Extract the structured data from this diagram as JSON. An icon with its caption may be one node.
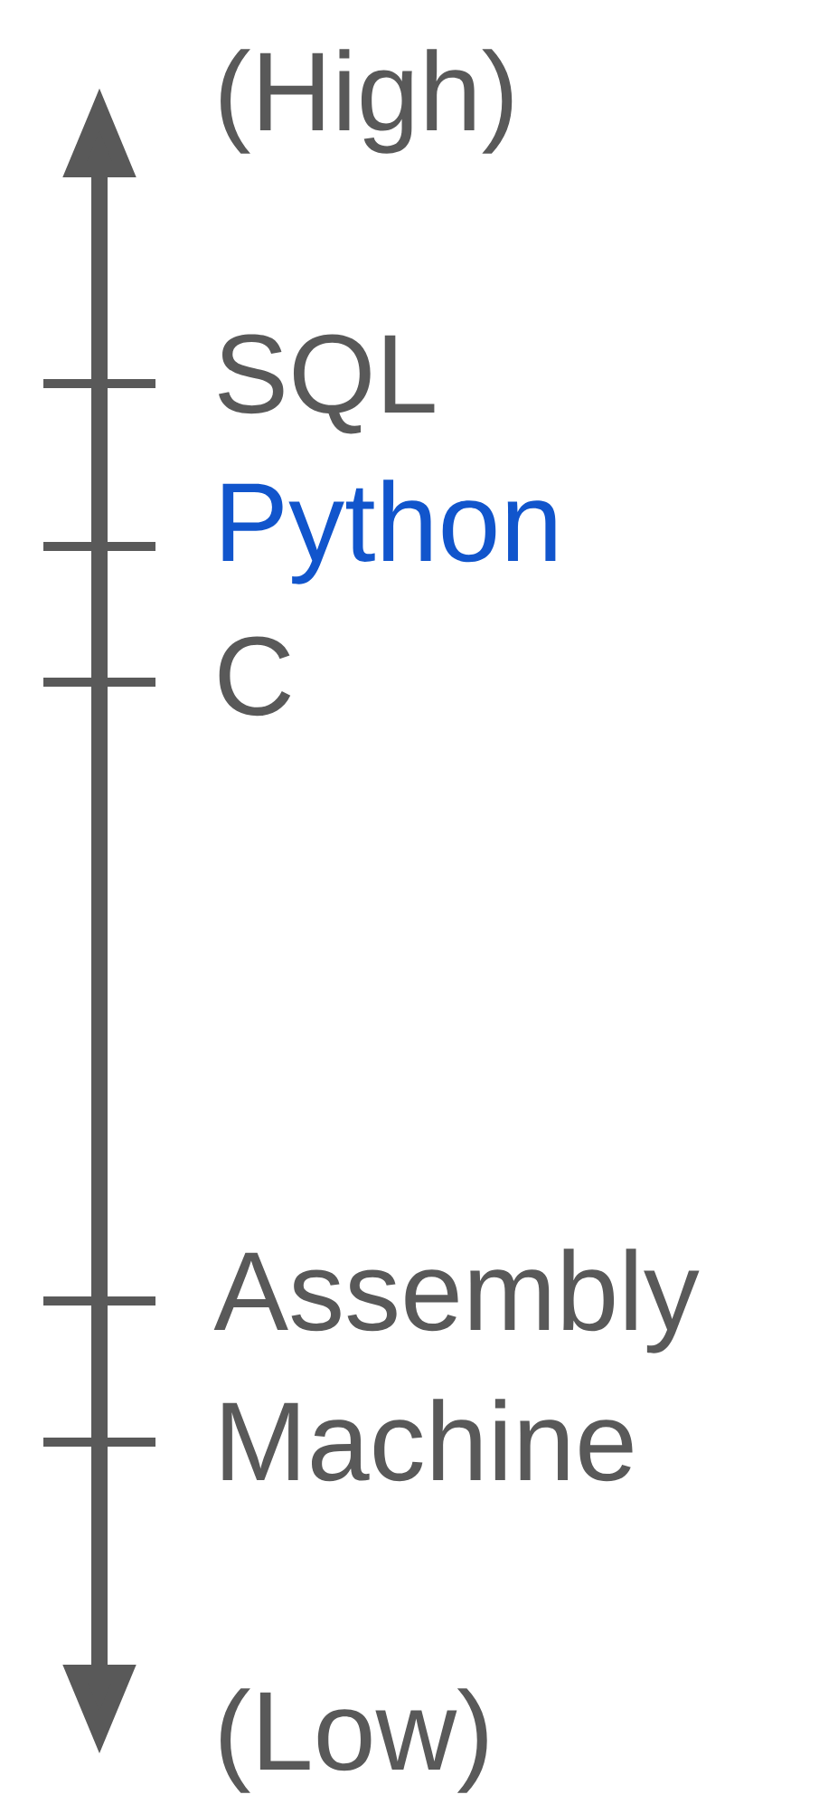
{
  "diagram": {
    "labels": [
      "(High)",
      "SQL",
      "Python",
      "C",
      "Assembly",
      "Machine",
      "(Low)"
    ]
  }
}
